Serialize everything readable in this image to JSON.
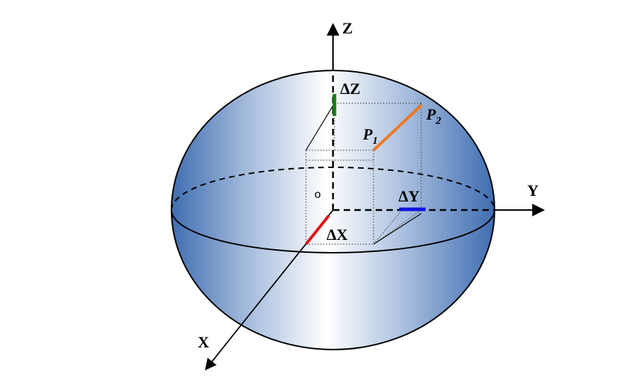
{
  "labels": {
    "axis_z": "Z",
    "axis_y": "Y",
    "axis_x": "X",
    "delta_z": "ΔZ",
    "delta_y": "ΔY",
    "delta_x": "ΔX",
    "origin": "o",
    "p1_letter": "P",
    "p1_sub": "1",
    "p2_letter": "P",
    "p2_sub": "2"
  },
  "colors": {
    "sphere_edge": "#4a78b8",
    "sphere_center": "#ffffff",
    "delta_z": "#1a7a1a",
    "delta_y": "#1010e0",
    "delta_x": "#e01010",
    "segment_p1_p2": "#f07820"
  }
}
